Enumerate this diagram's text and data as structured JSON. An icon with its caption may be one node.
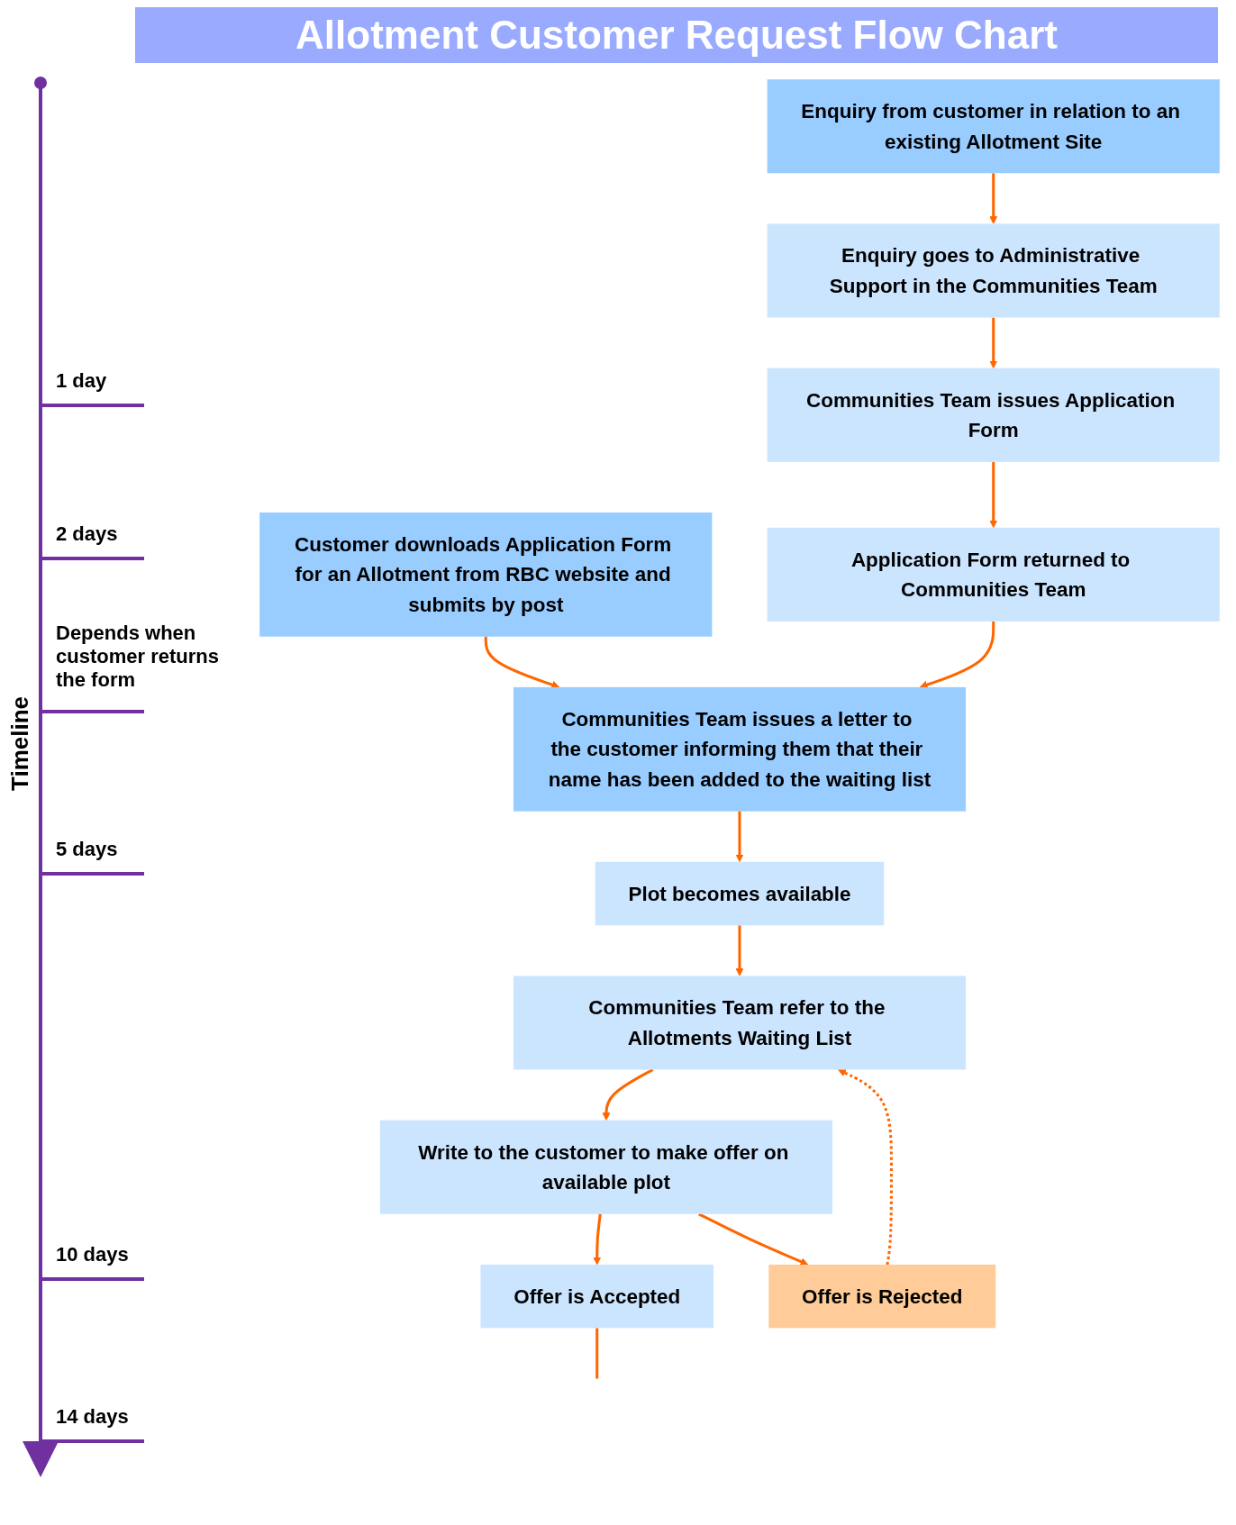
{
  "diagram": {
    "title": "Allotment Customer Request Flow Chart",
    "nodes": [
      {
        "text": [
          "Enquiry from customer in relation to an existing Allotment Site"
        ]
      },
      {
        "text": [
          "Customer downloads Application Form for an Allotment from RBC website and submits by post"
        ]
      },
      {
        "text": [
          "Enquiry goes to Administrative Support in the Communities Team"
        ]
      },
      {
        "text": [
          "Communities Team issues Application Form"
        ]
      },
      {
        "text": [
          "Application Form returned to Communities Team"
        ]
      },
      {
        "text": [
          "Communities Team issues a letter to the customer informing them that their name has been added to the waiting list"
        ]
      },
      {
        "text": [
          "Plot becomes available"
        ]
      },
      {
        "text": [
          "Communities Team refer to the Allotments Waiting List"
        ]
      },
      {
        "text": [
          "Write to the customer to make offer on available plot"
        ]
      },
      {
        "text": [
          "Offer is Accepted"
        ]
      },
      {
        "text": [
          "Offer is Rejected"
        ]
      }
    ],
    "edges": [
      {
        "from": 0,
        "to": 2,
        "arrow": "to"
      },
      {
        "from": 1,
        "to": 5,
        "arrow": "to"
      },
      {
        "from": 2,
        "to": 3,
        "arrow": "to"
      },
      {
        "from": 3,
        "to": 4,
        "arrow": "to"
      },
      {
        "from": 4,
        "to": 5,
        "arrow": "to"
      },
      {
        "from": 5,
        "to": 6,
        "arrow": "to"
      },
      {
        "from": 6,
        "to": 7,
        "arrow": "to"
      },
      {
        "from": 7,
        "to": 8,
        "arrow": "to"
      },
      {
        "from": 8,
        "to": 9,
        "arrow": "to"
      },
      {
        "from": 8,
        "to": 10,
        "arrow": "to"
      },
      {
        "from": 10,
        "to": 7,
        "arrow": "to",
        "style": "dashed"
      },
      {
        "from": 9,
        "to": null,
        "arrow": "none"
      }
    ],
    "labels": [
      "Timeline",
      "1 day",
      "2 days",
      "Depends when customer returns the form",
      "5 days",
      "10 days",
      "14 days"
    ]
  }
}
